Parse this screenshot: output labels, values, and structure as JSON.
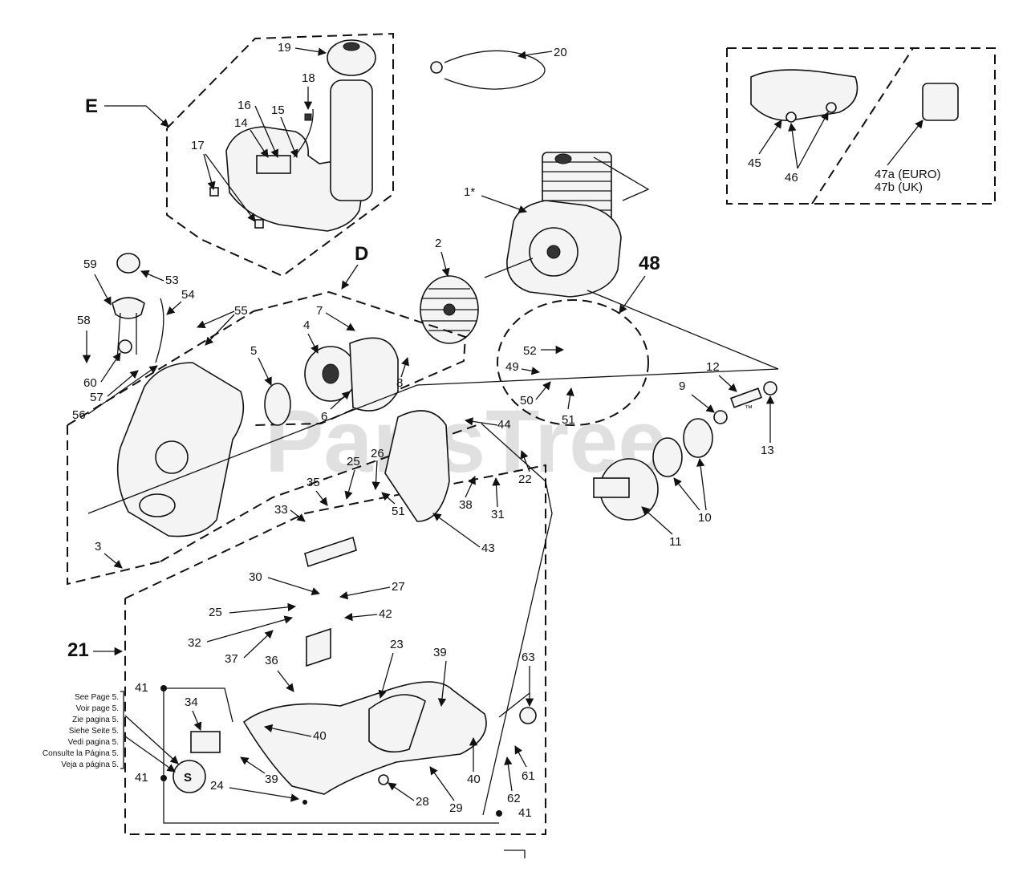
{
  "labels": {
    "E": "E",
    "D": "D",
    "n48": "48",
    "n21": "21",
    "n1": "1*",
    "n2": "2",
    "n3": "3",
    "n4": "4",
    "n5": "5",
    "n6": "6",
    "n7": "7",
    "n8": "8",
    "n9": "9",
    "n10": "10",
    "n11": "11",
    "n12": "12",
    "n13": "13",
    "n14": "14",
    "n15": "15",
    "n16": "16",
    "n17": "17",
    "n18": "18",
    "n19": "19",
    "n20": "20",
    "n22": "22",
    "n23": "23",
    "n24": "24",
    "n25a": "25",
    "n25b": "25",
    "n26": "26",
    "n27": "27",
    "n28": "28",
    "n29": "29",
    "n30": "30",
    "n31": "31",
    "n32": "32",
    "n33": "33",
    "n34": "34",
    "n35": "35",
    "n36": "36",
    "n37": "37",
    "n38": "38",
    "n39a": "39",
    "n39b": "39",
    "n40a": "40",
    "n40b": "40",
    "n41a": "41",
    "n41b": "41",
    "n41c": "41",
    "n42": "42",
    "n43": "43",
    "n44": "44",
    "n45": "45",
    "n46": "46",
    "n47a": "47a (EURO)",
    "n47b": "47b (UK)",
    "n49": "49",
    "n50": "50",
    "n51a": "51",
    "n51b": "51",
    "n52": "52",
    "n53": "53",
    "n54": "54",
    "n55": "55",
    "n56": "56",
    "n57": "57",
    "n58": "58",
    "n59": "59",
    "n60": "60",
    "n61": "61",
    "n62": "62",
    "n63": "63",
    "s_symbol": "S"
  },
  "see_page": [
    "See Page  5.",
    "Voir page  5.",
    "Zie pagina  5.",
    "Siehe Seite 5.",
    "Vedi pagina  5.",
    "Consulte la Página  5.",
    "Veja a página  5."
  ],
  "watermark": "PartsTree",
  "trademark": "™"
}
